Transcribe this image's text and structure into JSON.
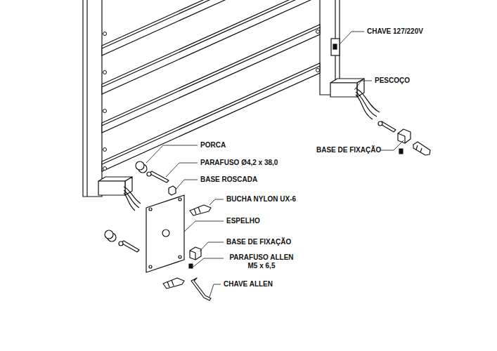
{
  "diagram": {
    "labels": [
      "CHAVE 127/220V",
      "PESCOÇO",
      "BASE DE FIXAÇÃO",
      "PORCA",
      "PARAFUSO Ø4,2 x 38,0",
      "BASE ROSCADA",
      "BUCHA NYLON UX-6",
      "ESPELHO",
      "BASE DE FIXAÇÃO",
      "PARAFUSO ALLEN M5 x 6,5",
      "CHAVE ALLEN"
    ]
  }
}
